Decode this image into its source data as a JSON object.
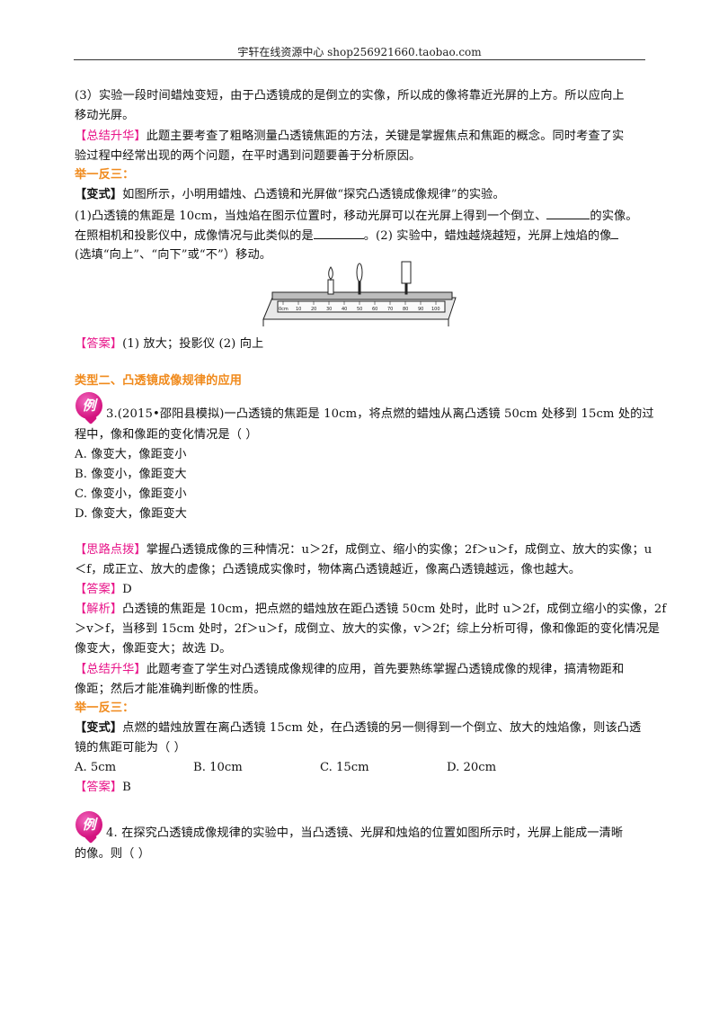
{
  "header": {
    "text": "宇轩在线资源中心  shop256921660.taobao.com"
  },
  "block1": {
    "line1": "(3）实验一段时间蜡烛变短，由于凸透镜成的是倒立的实像，所以成的像将靠近光屏的上方。所以应向上",
    "line2": "移动光屏。",
    "summary_tag": "【总结升华】",
    "summary1": "此题主要考查了粗略测量凸透镜焦距的方法，关键是掌握焦点和焦距的概念。同时考查了实",
    "summary2": "验过程中经常出现的两个问题，在平时遇到问题要善于分析原因。",
    "jyfs": "举一反三：",
    "variant_tag": "【变式】",
    "variant1": "如图所示，小明用蜡烛、凸透镜和光屏做“探究凸透镜成像规律”的实验。",
    "variant2a": "(1)凸透镜的焦距是 10cm，当烛焰在图示位置时，移动光屏可以在光屏上得到一个倒立、",
    "variant2b": "的实像。",
    "variant3a": "在照相机和投影仪中，成像情况与此类似的是",
    "variant3b": "。(2) 实验中，蜡烛越烧越短，光屏上烛焰的像",
    "variant4": "(选填“向上”、“向下”或“不”）移动。",
    "answer_tag": "【答案】",
    "answer": "(1) 放大；投影仪  (2) 向上"
  },
  "type2": {
    "title": "类型二、凸透镜成像规律的应用"
  },
  "q3": {
    "badge": "例",
    "line1": "3.(2015•邵阳县模拟)一凸透镜的焦距是 10cm，将点燃的蜡烛从离凸透镜 50cm 处移到 15cm 处的过",
    "line2": "程中，像和像距的变化情况是（     ）",
    "options": [
      "A. 像变大，像距变小",
      "B. 像变小，像距变大",
      "C. 像变小，像距变小",
      "D. 像变大，像距变大"
    ],
    "hint_tag": "【思路点拨】",
    "hint1": "掌握凸透镜成像的三种情况：u＞2f，成倒立、缩小的实像；2f＞u＞f，成倒立、放大的实像；u",
    "hint2": "＜f，成正立、放大的虚像；凸透镜成实像时，物体离凸透镜越近，像离凸透镜越远，像也越大。",
    "answer_tag": "【答案】",
    "answer": "D",
    "analysis_tag": "【解析】",
    "analysis1": "凸透镜的焦距是 10cm，把点燃的蜡烛放在距凸透镜 50cm 处时，此时 u＞2f，成倒立缩小的实像，2f",
    "analysis2": "＞v＞f，当移到 15cm 处时，2f＞u＞f，成倒立、放大的实像，v＞2f；综上分析可得，像和像距的变化情况是",
    "analysis3": "像变大，像距变大；故选 D。",
    "summary_tag": "【总结升华】",
    "summary1": "此题考查了学生对凸透镜成像规律的应用，首先要熟练掌握凸透镜成像的规律，搞清物距和",
    "summary2": "像距；然后才能准确判断像的性质。",
    "jyfs": "举一反三：",
    "variant_tag": "【变式】",
    "variant1": "点燃的蜡烛放置在离凸透镜 15cm 处，在凸透镜的另一侧得到一个倒立、放大的烛焰像，则该凸透",
    "variant2": "镜的焦距可能为（     ）",
    "choices": [
      "A. 5cm",
      "B. 10cm",
      "C. 15cm",
      "D. 20cm"
    ],
    "answer2_tag": "【答案】",
    "answer2": "B"
  },
  "q4": {
    "badge": "例",
    "line1": "4. 在探究凸透镜成像规律的实验中，当凸透镜、光屏和烛焰的位置如图所示时，光屏上能成一清晰",
    "line2": "的像。则（     ）"
  },
  "figure": {
    "ruler_labels": [
      "0cm",
      "10",
      "20",
      "30",
      "40",
      "50",
      "60",
      "70",
      "80",
      "90",
      "100"
    ]
  }
}
